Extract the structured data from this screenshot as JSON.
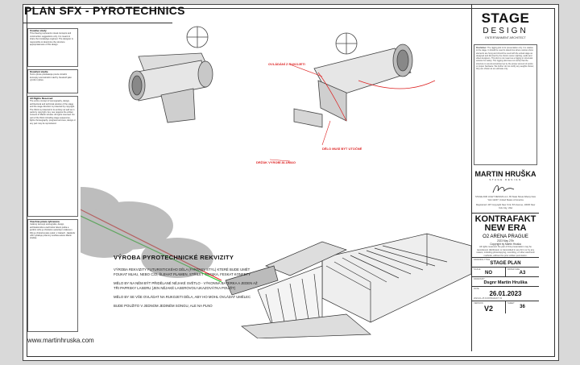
{
  "sheet": {
    "title": "PLAN SFX - PYROTECHNICS",
    "website": "www.martinhruska.com"
  },
  "annotations": {
    "handle": "OVLÁDÁNÍ Z RUKOJETI",
    "smoke": "DĚLO MUSÍ BÝT UTOČNÉ",
    "holder": "DRŽÁK VYROBÍ ALUMAO"
  },
  "description": {
    "heading": "VÝROBA PYROTECHNICKÉ REKVIZITY",
    "p1": "VÝROBA REKVIZITY FUTURISTICKÉHO DĚLA (FANTASY STYL) KTERÉ BUDE UMĚT FOUKAT MLHU, NEBO C22, ŠLEHAT PLAMEN, STŘÍLET TRYSKA, FESKAT KONFETY",
    "p2": "MĚLO BY NA NĚM BÝT PŘIDĚLANÉ NĚJAKÉ SVĚTLO - VÝKONNÁ BATERKA A JEDEN AŽ TŘI PAPRSKY LASERU (JEN NĚJAKÉ LASEROVOU UKAZOVÁTKA POUŽÍT)",
    "p3": "MĚLO BY SE VŠE OVLÁDAT NA RUKOJETI DĚLA, ABY HO MOHL OVLÁDAT UMĚLEC",
    "p4": "BUDE POUŽITO V JEDNOM JEDINÉM SONGU, ALE NA PLNO"
  },
  "left_notes": [
    {
      "head": "Creative study",
      "body": "This drawing represents visual concepts and construction suggestions only. It is meant to share the knowledge engineer. The designer is responsible to determine the structure appropriateness of this design."
    },
    {
      "head": "Kreativní studie",
      "body": "Tento výkres představuje pouze vizuální koncepty a konstrukční návrhy. Neslouží jako výrobní výkres."
    },
    {
      "head": "All Rights Reserved",
      "body": "The entire concept of scenography, design, architectural and technical solution of the stage and the stage direction is protected by copyright. The Work is protected in its entirety as well as in parts by copyright. Any use requires the written consent of Martin Hruska. All rights reserved. No part of the Work including stage sequences, lights choreography, programmed cues, design or any part may be reproduced."
    },
    {
      "head": "Všechna práva vyhrazena",
      "body": "Celkový koncept scénografie, design, architektonické a technické řešení pódia a jevištní režie je chráněno autorským zákonem. Dílo je chráněno jako celek i v částech. Jakékoliv užití vyžaduje písemný souhlas autora Martin Hruška."
    }
  ],
  "right_panel": {
    "brand": "STAGE",
    "brand_sub": "DESIGN",
    "brand_tag": "ENTERTAINMENT ARCHITECT",
    "disclaimer_head": "Disclaimer",
    "disclaimer": "The rigging plot is for presentation only. It is relative to the stage. It should be used to determine where various show elements are hung and should be used with the actual stage as designed and directed by the show's owner, lighting, audio and video designers. This plot is not meant as a rigging or structural solution for safety. The rigging plot does not certify that the structure is sound and picked up by the proper amount of points or proper hardware. We further do not certify any weights shown; they are shown as an estimate only.",
    "person": "MARTIN HRUŠKA",
    "person_sub": "STAGE DESIGN",
    "contact": "STAGE AND LIGHT DESIGN LLC, 65 State Street Albany New York 12207, United States of America",
    "registered": "Registered: 497 Copyright New York, 5th Avenue, 10036 New York City, USA",
    "project_1": "KONTRAFAKT",
    "project_2": "NEW ERA",
    "venue": "O2 ARENA PRAGUE",
    "date_event": "2023 May 27th",
    "copyright": "Copyright by Martin Hruska",
    "rights_note": "All rights reserved. No part of this presentation may be reproduced, distributed, or transmitted in any form or by any means, including photocopying, recording, or other electronic methods, without the prior written permission.",
    "drawing_label": "DRAWING TITLE",
    "drawing_title": "STAGE PLAN",
    "scale_label": "SCALE",
    "scale": "NO",
    "size_label": "PAPER SIZE",
    "size": "A3",
    "drawn_label": "DRAWN BY",
    "drawn": "Dsgnr Martin Hruška",
    "date_label": "DATE",
    "date": "26.01.2023",
    "file": "2023-01-25 KONTRAFAKT V2",
    "version_label": "VERSION",
    "version": "V2",
    "sheet_label": "SHEET",
    "sheet": "36"
  }
}
